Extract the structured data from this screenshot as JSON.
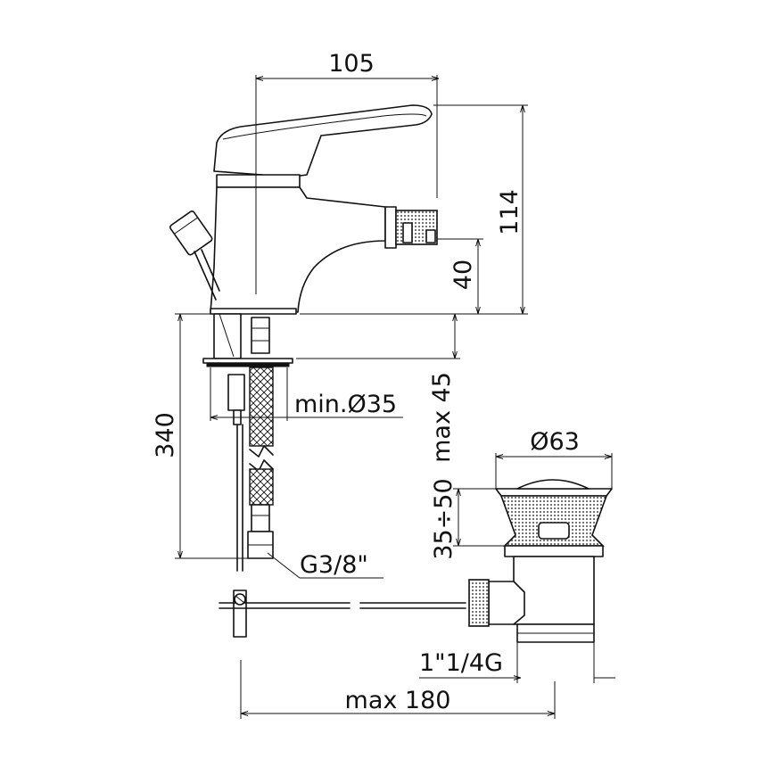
{
  "dimensions": {
    "width_top": "105",
    "height_total": "114",
    "spout_height": "40",
    "hose_length": "340",
    "deck_thickness": "max 45",
    "hole_diameter": "min.Ø35",
    "waste_diameter": "Ø63",
    "waste_range": "35÷50",
    "hose_thread": "G3/8\"",
    "waste_thread": "1\"1/4G",
    "rod_length": "max 180"
  }
}
